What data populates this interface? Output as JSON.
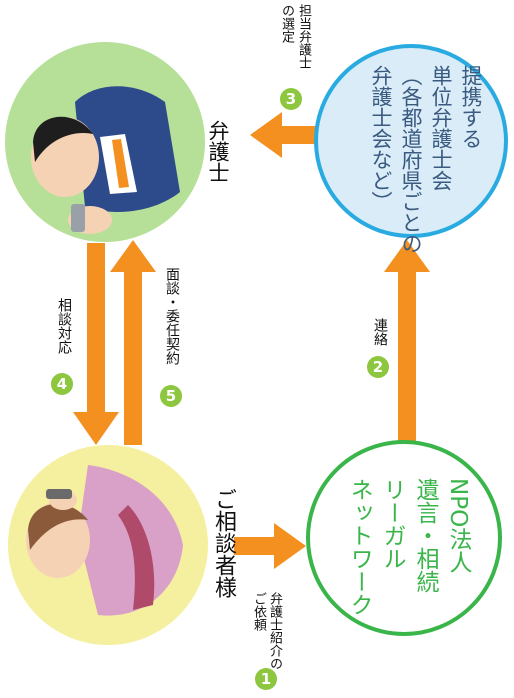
{
  "colors": {
    "arrow": "#f3901f",
    "step_badge": "#8dc63f",
    "lawyer_circle": "#b6e098",
    "client_circle": "#f5f0a0",
    "npo_circle_fill": "#ffffff",
    "npo_circle_border": "#39b54a",
    "npo_text": "#39b54a",
    "bar_circle_fill": "#d9ecf8",
    "bar_circle_border": "#29abe2",
    "bar_text": "#3a5a80"
  },
  "nodes": {
    "lawyer": {
      "label": "弁護士"
    },
    "client": {
      "label": "ご相談者様"
    },
    "npo": {
      "lines": [
        "NPO法人",
        "遺言・相続",
        "リーガル",
        "ネットワーク"
      ]
    },
    "bar": {
      "lines": [
        "提携する",
        "単位弁護士会",
        "（各都道府県ごとの",
        "弁護士会など）"
      ]
    }
  },
  "steps": [
    {
      "number": "1",
      "lines": [
        "弁護士紹介の",
        "ご依頼"
      ]
    },
    {
      "number": "2",
      "lines": [
        "連絡"
      ]
    },
    {
      "number": "3",
      "lines": [
        "担当弁護士",
        "の選定"
      ]
    },
    {
      "number": "4",
      "lines": [
        "相談対応"
      ]
    },
    {
      "number": "5",
      "lines": [
        "面談・委任契約"
      ]
    }
  ],
  "icons": {
    "lawyer": "businessman-with-phone-icon",
    "client": "elderly-woman-with-phone-icon"
  }
}
